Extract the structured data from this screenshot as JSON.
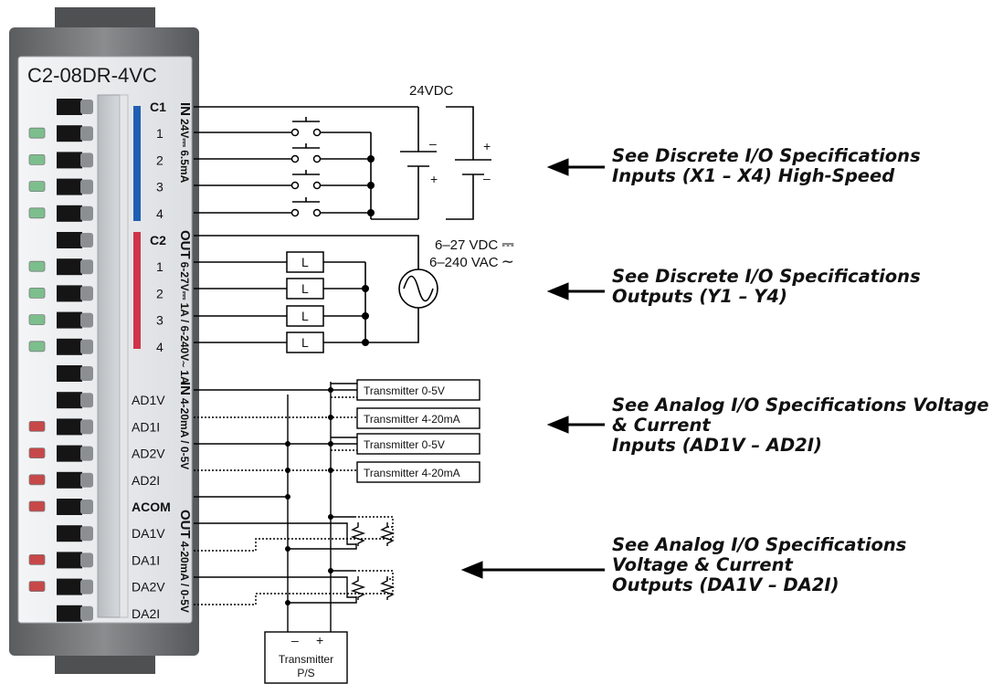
{
  "module": {
    "model": "C2-08DR-4VC",
    "terminal_labels": [
      "C1",
      "1",
      "2",
      "3",
      "4",
      "C2",
      "1",
      "2",
      "3",
      "4",
      "",
      "AD1V",
      "AD1I",
      "AD2V",
      "AD2I",
      "ACOM",
      "DA1V",
      "DA1I",
      "DA2V",
      "DA2I"
    ],
    "side_labels": {
      "in1_title": "IN",
      "in1_rating": "24V⎓ 6.5mA",
      "out1_title": "OUT",
      "out1_rating": "6-27V⎓ 1A / 6-240V∼ 1A",
      "in2_title": "IN",
      "in2_rating": "4-20mA / 0-5V",
      "out2_title": "OUT",
      "out2_rating": "4-20mA / 0-5V"
    },
    "colors": {
      "input_bar": "#1f5fb4",
      "output_bar": "#d0344a",
      "led_green": "#7dbf8c",
      "led_red": "#c74848",
      "housing": "#6d6f71"
    }
  },
  "wiring": {
    "input_supply": "24VDC",
    "output_supply_dc": "6–27 VDC",
    "output_supply_ac": "6–240 VAC",
    "dc_symbol": "⎓",
    "ac_symbol": "∼",
    "load_label": "L",
    "minus": "–",
    "plus": "+",
    "transmitters": [
      "Transmitter 0-5V",
      "Transmitter 4-20mA",
      "Transmitter 0-5V",
      "Transmitter 4-20mA"
    ],
    "ps_label_1": "Transmitter",
    "ps_label_2": "P/S"
  },
  "descriptions": [
    "See Discrete I/O Specifications\nInputs (X1 – X4) High-Speed",
    "See Discrete I/O Specifications\nOutputs (Y1 – Y4)",
    "See Analog I/O Specifications Voltage\n& Current\nInputs (AD1V – AD2I)",
    "See Analog I/O Specifications\nVoltage & Current\nOutputs (DA1V – DA2I)"
  ]
}
